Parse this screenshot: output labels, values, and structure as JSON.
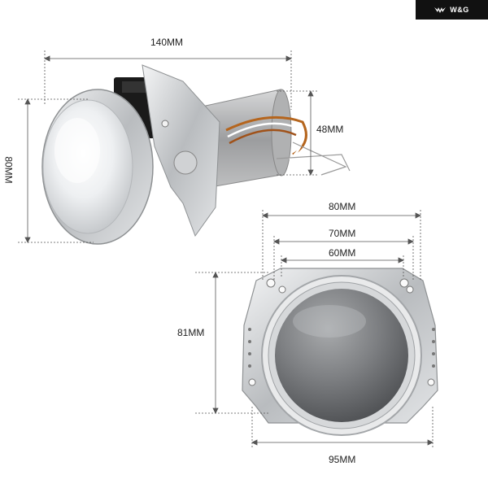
{
  "brand": {
    "logo_text": "W&G",
    "logo_icon": "wings-icon",
    "logo_bg": "#111111"
  },
  "dimensions": {
    "top_width": "140MM",
    "top_height": "80MM",
    "cable_height": "48MM",
    "front_outer_width": "80MM",
    "front_middle_width": "70MM",
    "front_inner_width": "60MM",
    "front_height": "81MM",
    "front_bottom_width": "95MM"
  },
  "colors": {
    "dimension_line": "#555555",
    "chrome": "#c9cbce",
    "lens_glass": "#8a8c8f",
    "copper_wire": "#b5651d",
    "plug": "#1a1a1a"
  }
}
